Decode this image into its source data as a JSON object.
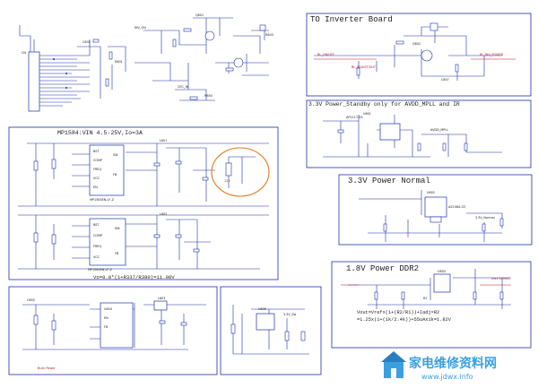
{
  "headings": {
    "to_inverter": "TO Inverter Board",
    "standby": "3.3V Power_Standby only for AVDD_MPLL and IR",
    "normal": "3.3V Power Normal",
    "ddr2": "1.8V Power DDR2",
    "mp1584": "MP1584:VIN 4.5-25V,Io=3A"
  },
  "formulas": {
    "vo": "Vo=0.8*(1+R337/R380)=11.98V",
    "vout1": "Vout=Vrefx(1+(R2/R1))+Iadj×R2",
    "vout2": "=1.25x(1+(1k/2.4k))+55uAx1k=1.82V"
  },
  "watermark": {
    "chinese": "家电维修资料网",
    "url": "www.jdwx.info"
  },
  "colors": {
    "wire": "#1b2faa",
    "red": "#c2121a",
    "ellipse": "#e07a20",
    "watermark": "#3aa0e0"
  }
}
